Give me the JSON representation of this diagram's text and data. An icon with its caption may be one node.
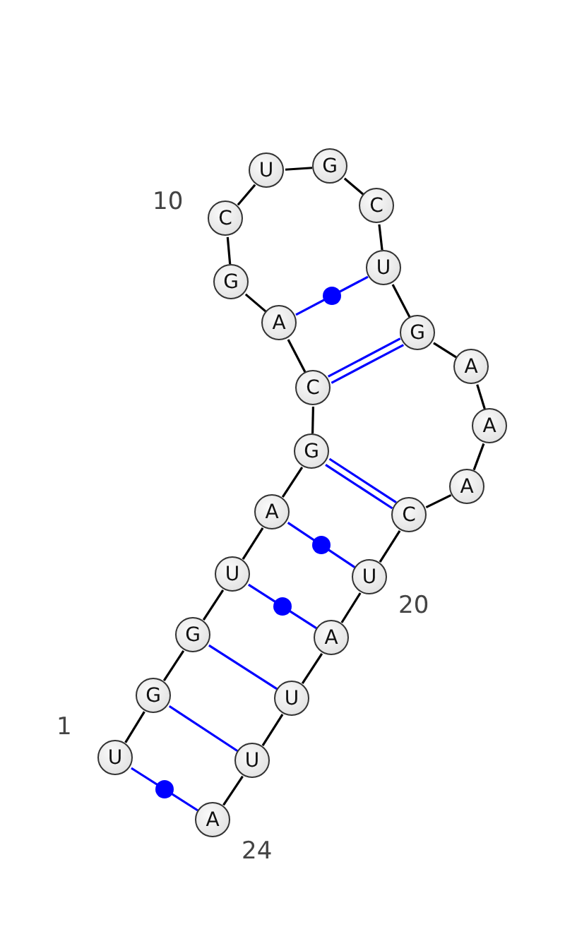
{
  "diagram": {
    "nodes": [
      {
        "text": [
          "U"
        ],
        "beside": [
          "1"
        ]
      },
      {
        "text": [
          "G"
        ]
      },
      {
        "text": [
          "G"
        ]
      },
      {
        "text": [
          "U"
        ]
      },
      {
        "text": [
          "A"
        ]
      },
      {
        "text": [
          "G"
        ]
      },
      {
        "text": [
          "C"
        ]
      },
      {
        "text": [
          "A"
        ]
      },
      {
        "text": [
          "G"
        ]
      },
      {
        "text": [
          "C"
        ],
        "beside": [
          "10"
        ]
      },
      {
        "text": [
          "U"
        ]
      },
      {
        "text": [
          "G"
        ]
      },
      {
        "text": [
          "C"
        ]
      },
      {
        "text": [
          "U"
        ]
      },
      {
        "text": [
          "G"
        ]
      },
      {
        "text": [
          "A"
        ]
      },
      {
        "text": [
          "A"
        ]
      },
      {
        "text": [
          "A"
        ]
      },
      {
        "text": [
          "C"
        ]
      },
      {
        "text": [
          "U"
        ],
        "beside": [
          "20"
        ]
      },
      {
        "text": [
          "A"
        ]
      },
      {
        "text": [
          "U"
        ]
      },
      {
        "text": [
          "U"
        ]
      },
      {
        "text": [
          "A"
        ],
        "beside": [
          "24"
        ]
      }
    ],
    "edges": [
      {
        "from": 0,
        "to": 1,
        "arrow": "none"
      },
      {
        "from": 1,
        "to": 2,
        "arrow": "none"
      },
      {
        "from": 2,
        "to": 3,
        "arrow": "none"
      },
      {
        "from": 3,
        "to": 4,
        "arrow": "none"
      },
      {
        "from": 4,
        "to": 5,
        "arrow": "none"
      },
      {
        "from": 5,
        "to": 6,
        "arrow": "none"
      },
      {
        "from": 6,
        "to": 7,
        "arrow": "none"
      },
      {
        "from": 7,
        "to": 8,
        "arrow": "none"
      },
      {
        "from": 8,
        "to": 9,
        "arrow": "none"
      },
      {
        "from": 9,
        "to": 10,
        "arrow": "none"
      },
      {
        "from": 10,
        "to": 11,
        "arrow": "none"
      },
      {
        "from": 11,
        "to": 12,
        "arrow": "none"
      },
      {
        "from": 12,
        "to": 13,
        "arrow": "none"
      },
      {
        "from": 13,
        "to": 14,
        "arrow": "none"
      },
      {
        "from": 14,
        "to": 15,
        "arrow": "none"
      },
      {
        "from": 15,
        "to": 16,
        "arrow": "none"
      },
      {
        "from": 16,
        "to": 17,
        "arrow": "none"
      },
      {
        "from": 17,
        "to": 18,
        "arrow": "none"
      },
      {
        "from": 18,
        "to": 19,
        "arrow": "none"
      },
      {
        "from": 19,
        "to": 20,
        "arrow": "none"
      },
      {
        "from": 20,
        "to": 21,
        "arrow": "none"
      },
      {
        "from": 21,
        "to": 22,
        "arrow": "none"
      },
      {
        "from": 22,
        "to": 23,
        "arrow": "none"
      },
      {
        "from": 0,
        "to": 23,
        "arrow": "none",
        "color": "#0000ff"
      },
      {
        "from": 1,
        "to": 22,
        "arrow": "none",
        "color": "#0000ff"
      },
      {
        "from": 2,
        "to": 21,
        "arrow": "none",
        "color": "#0000ff"
      },
      {
        "from": 3,
        "to": 20,
        "arrow": "none",
        "color": "#0000ff"
      },
      {
        "from": 4,
        "to": 19,
        "arrow": "none",
        "color": "#0000ff"
      },
      {
        "from": 5,
        "to": 18,
        "arrow": "none",
        "color": "#0000ff"
      },
      {
        "from": 6,
        "to": 14,
        "arrow": "none",
        "color": "#0000ff"
      },
      {
        "from": 7,
        "to": 13,
        "arrow": "none",
        "color": "#0000ff"
      }
    ]
  }
}
